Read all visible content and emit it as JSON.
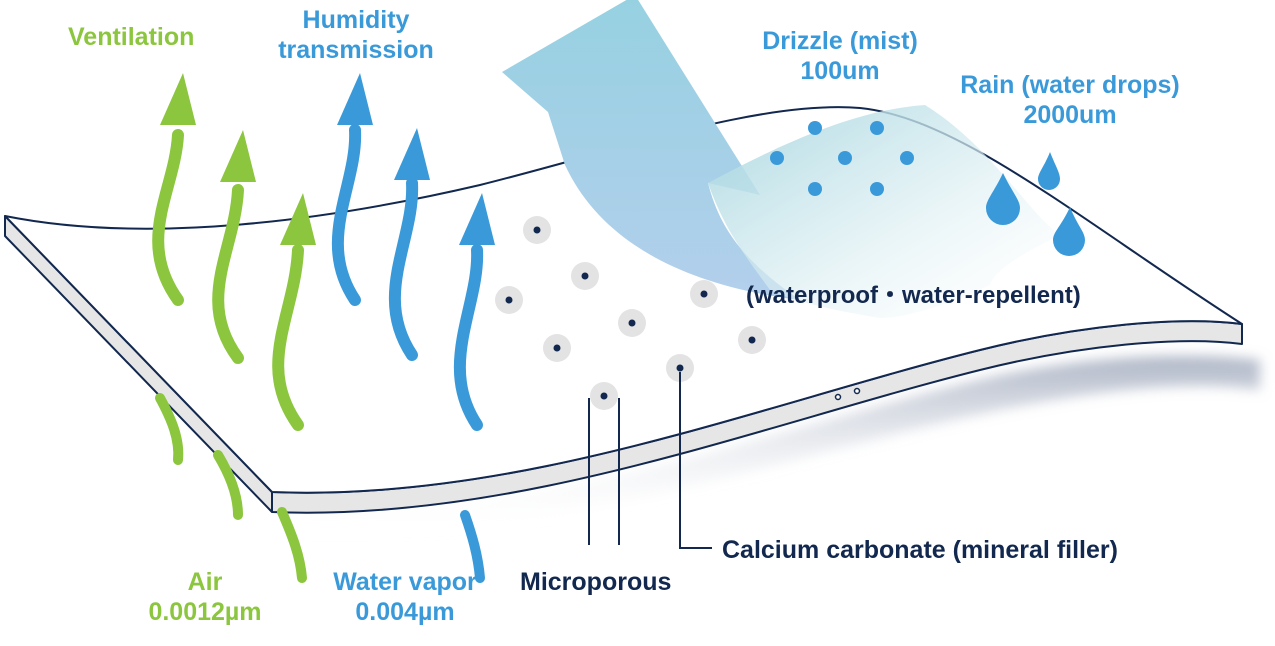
{
  "labels": {
    "ventilation": "Ventilation",
    "humidity_line1": "Humidity",
    "humidity_line2": "transmission",
    "drizzle_line1": "Drizzle (mist)",
    "drizzle_line2": "100um",
    "rain_line1": "Rain (water drops)",
    "rain_line2": "2000um",
    "waterproof": "(waterproof・water-repellent)",
    "calcium": "Calcium carbonate (mineral filler)",
    "microporous": "Microporous",
    "air_line1": "Air",
    "air_line2": "0.0012µm",
    "vapor_line1": "Water vapor",
    "vapor_line2": "0.004µm"
  },
  "colors": {
    "green": "#8cc63f",
    "blue": "#3a9ad9",
    "navy": "#12284f",
    "film_edge": "#e6e6e6",
    "pore": "#e3e3e3",
    "rain_flow_top": "#96d1e1",
    "rain_flow_bottom": "#b3cfec"
  }
}
